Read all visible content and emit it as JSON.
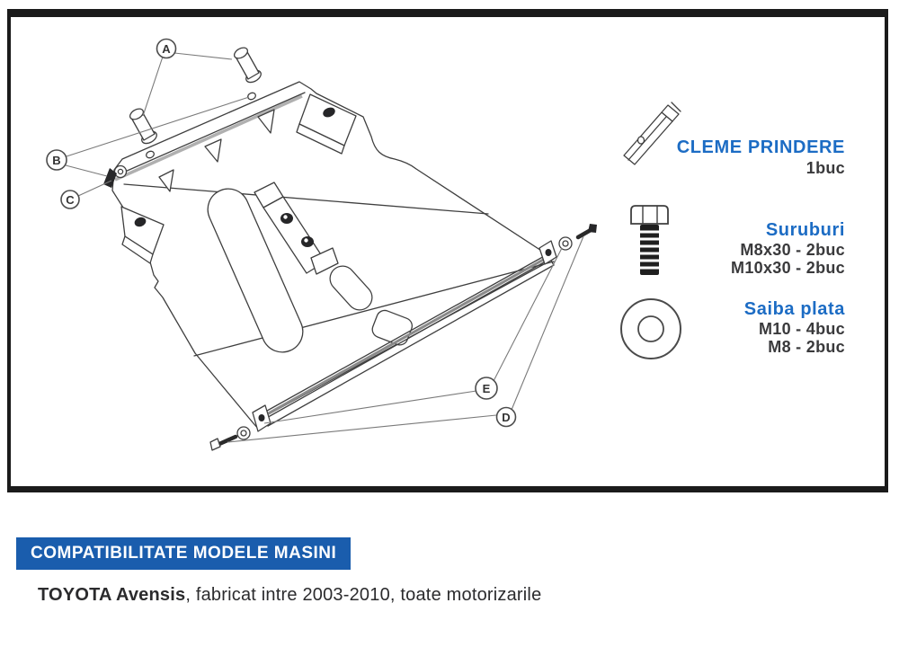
{
  "figure": {
    "description": "exploded-view installation diagram of engine skid plate with mounting hardware",
    "callouts": [
      {
        "letter": "A"
      },
      {
        "letter": "B"
      },
      {
        "letter": "C"
      },
      {
        "letter": "D"
      },
      {
        "letter": "E"
      }
    ]
  },
  "parts_list": {
    "items": [
      {
        "icon": "clamp-icon",
        "name": "CLEME PRINDERE",
        "qty_lines": [
          "1buc"
        ]
      },
      {
        "icon": "bolt-icon",
        "name": "Suruburi",
        "qty_lines": [
          "M8x30 - 2buc",
          "M10x30 - 2buc"
        ]
      },
      {
        "icon": "washer-icon",
        "name": "Saiba plata",
        "qty_lines": [
          "M10 - 4buc",
          "M8 - 2buc"
        ]
      }
    ]
  },
  "compatibility": {
    "banner_label": "COMPATIBILITATE MODELE MASINI",
    "vehicle_bold": "TOYOTA Avensis",
    "vehicle_rest": ", fabricat intre 2003-2010, toate motorizarile"
  },
  "colors": {
    "heading_blue": "#1c6cc4",
    "banner_blue": "#1a5dad",
    "text_dark": "#3a3a3c",
    "line_art": "#3f3f3f",
    "frame_border": "#1b1b1b"
  }
}
